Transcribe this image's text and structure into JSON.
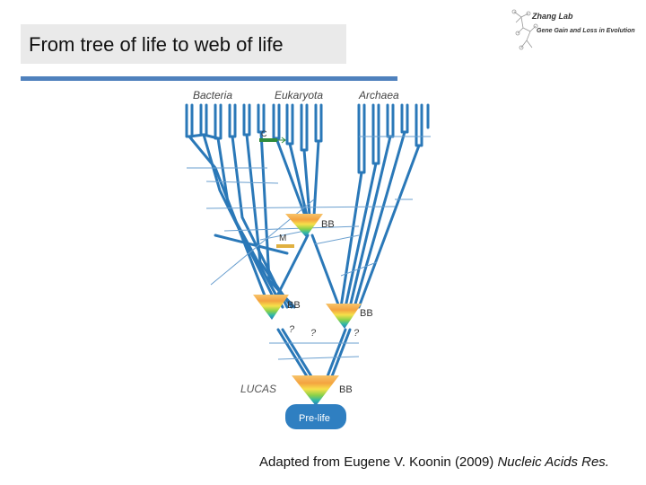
{
  "slide": {
    "title": "From tree of life to web of life",
    "accent_color": "#4f81bd"
  },
  "logo": {
    "name": "Zhang Lab",
    "tagline": "Gene Gain and Loss in Evolution",
    "icon": "phylogenetic-tree-logo-icon"
  },
  "diagram": {
    "domains": [
      "Bacteria",
      "Eukaryota",
      "Archaea"
    ],
    "labels": {
      "c": "C",
      "m": "M",
      "bb": "BB",
      "question": "?",
      "lucas": "LUCAS",
      "prelife": "Pre-life"
    },
    "colors": {
      "tree": "#2a78b8",
      "hgt": "#6a9fcf",
      "c_marker": "#2e8b3c",
      "m_marker": "#e0b040",
      "prelife": "#2f7fc1"
    }
  },
  "caption": {
    "prefix": "Adapted from Eugene V. Koonin (2009) ",
    "journal": "Nucleic Acids Res."
  }
}
